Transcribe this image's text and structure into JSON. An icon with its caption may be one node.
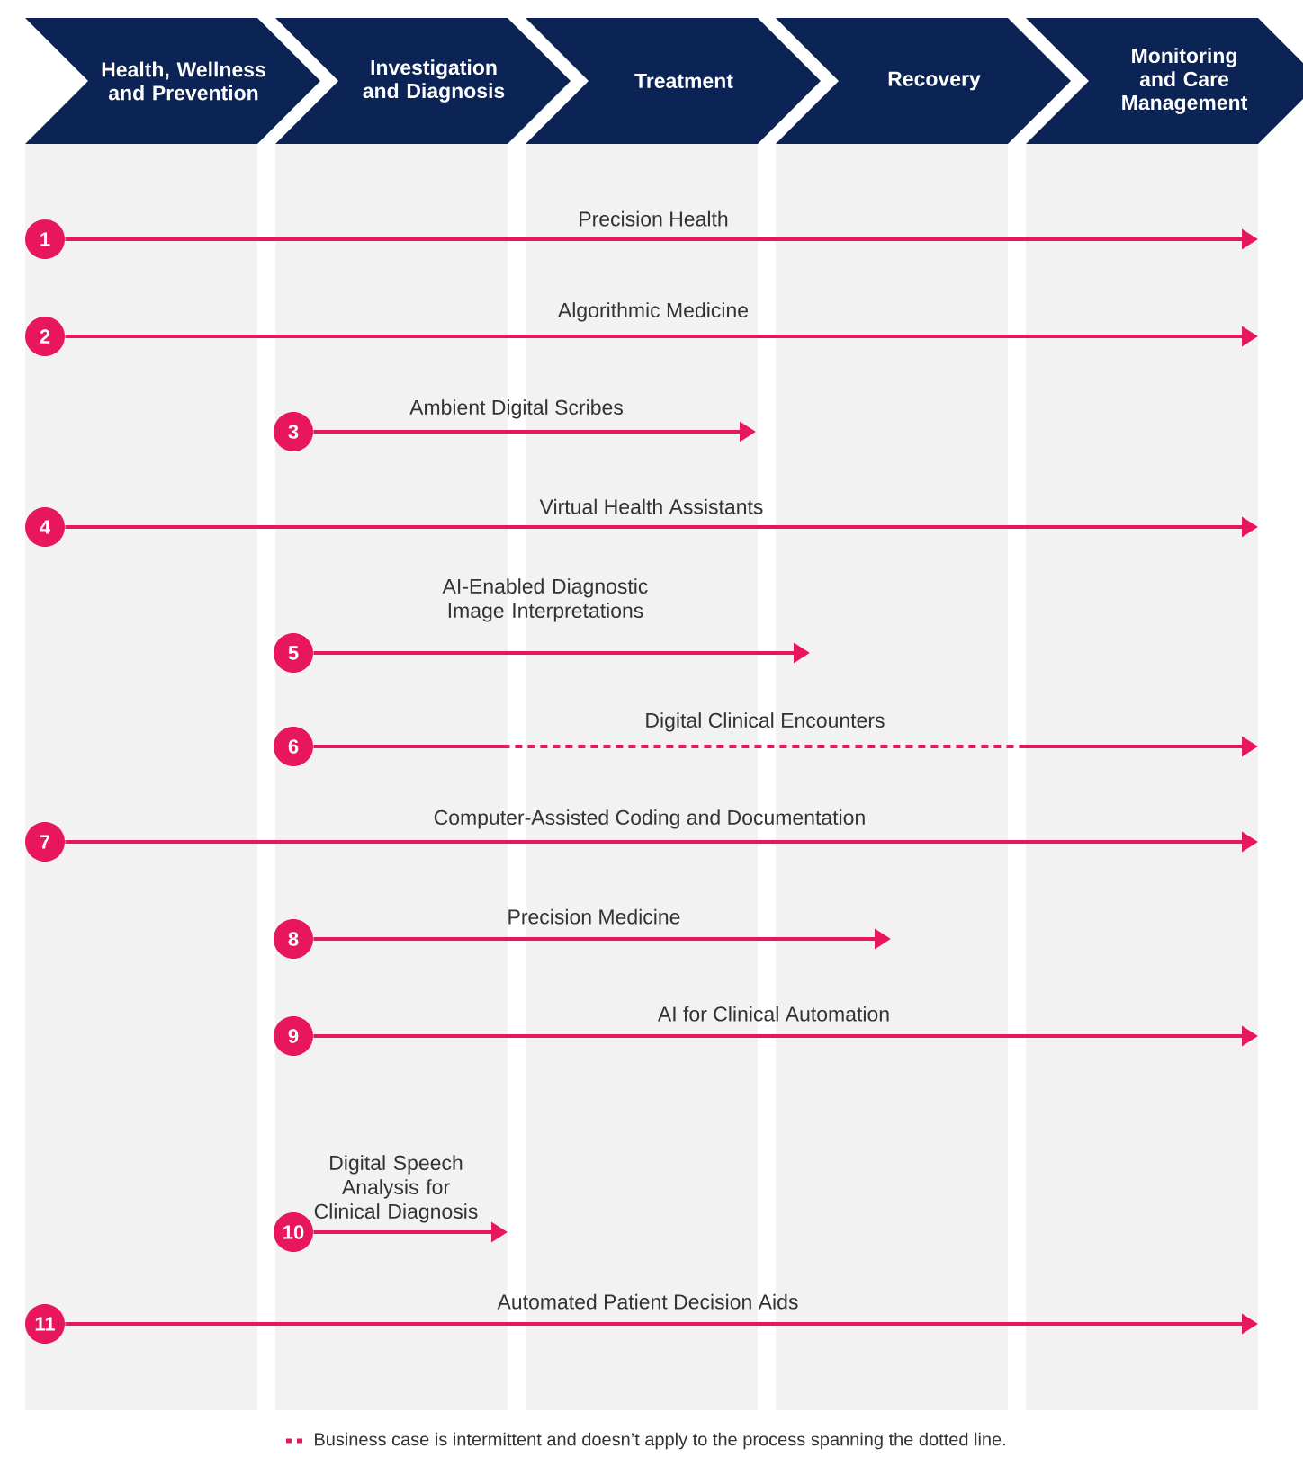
{
  "diagram": {
    "nodes": [
      {
        "text": [
          "Health, Wellness and Prevention"
        ]
      },
      {
        "text": [
          "Investigation and Diagnosis"
        ]
      },
      {
        "text": [
          "Treatment"
        ]
      },
      {
        "text": [
          "Recovery"
        ]
      },
      {
        "text": [
          "Monitoring and Care Management"
        ]
      },
      {
        "text": [
          "1"
        ]
      },
      {
        "text": [
          "2"
        ]
      },
      {
        "text": [
          "3"
        ]
      },
      {
        "text": [
          "4"
        ]
      },
      {
        "text": [
          "5"
        ]
      },
      {
        "text": [
          "6"
        ]
      },
      {
        "text": [
          "7"
        ]
      },
      {
        "text": [
          "8"
        ]
      },
      {
        "text": [
          "9"
        ]
      },
      {
        "text": [
          "10"
        ]
      },
      {
        "text": [
          "11"
        ]
      }
    ],
    "edges": [
      {
        "from": 5,
        "to": null,
        "arrow": "to",
        "label": "Precision Health"
      },
      {
        "from": 6,
        "to": null,
        "arrow": "to",
        "label": "Algorithmic Medicine"
      },
      {
        "from": 7,
        "to": null,
        "arrow": "to",
        "label": "Ambient Digital Scribes"
      },
      {
        "from": 8,
        "to": null,
        "arrow": "to",
        "label": "Virtual Health Assistants"
      },
      {
        "from": 9,
        "to": null,
        "arrow": "to",
        "label": "AI-Enabled Diagnostic Image Interpretations"
      },
      {
        "from": 10,
        "to": null,
        "arrow": "to",
        "label": "Digital Clinical Encounters",
        "style": "dashed"
      },
      {
        "from": 11,
        "to": null,
        "arrow": "to",
        "label": "Computer-Assisted Coding and Documentation"
      },
      {
        "from": 12,
        "to": null,
        "arrow": "to",
        "label": "Precision Medicine"
      },
      {
        "from": 13,
        "to": null,
        "arrow": "to",
        "label": "AI for Clinical Automation"
      },
      {
        "from": 14,
        "to": null,
        "arrow": "to",
        "label": "Digital Speech Analysis for Clinical Diagnosis"
      },
      {
        "from": 15,
        "to": null,
        "arrow": "to",
        "label": "Automated Patient Decision Aids"
      }
    ],
    "legend": [
      {
        "text": "Business case is intermittent and doesn’t apply to the process spanning the dotted line."
      }
    ]
  }
}
